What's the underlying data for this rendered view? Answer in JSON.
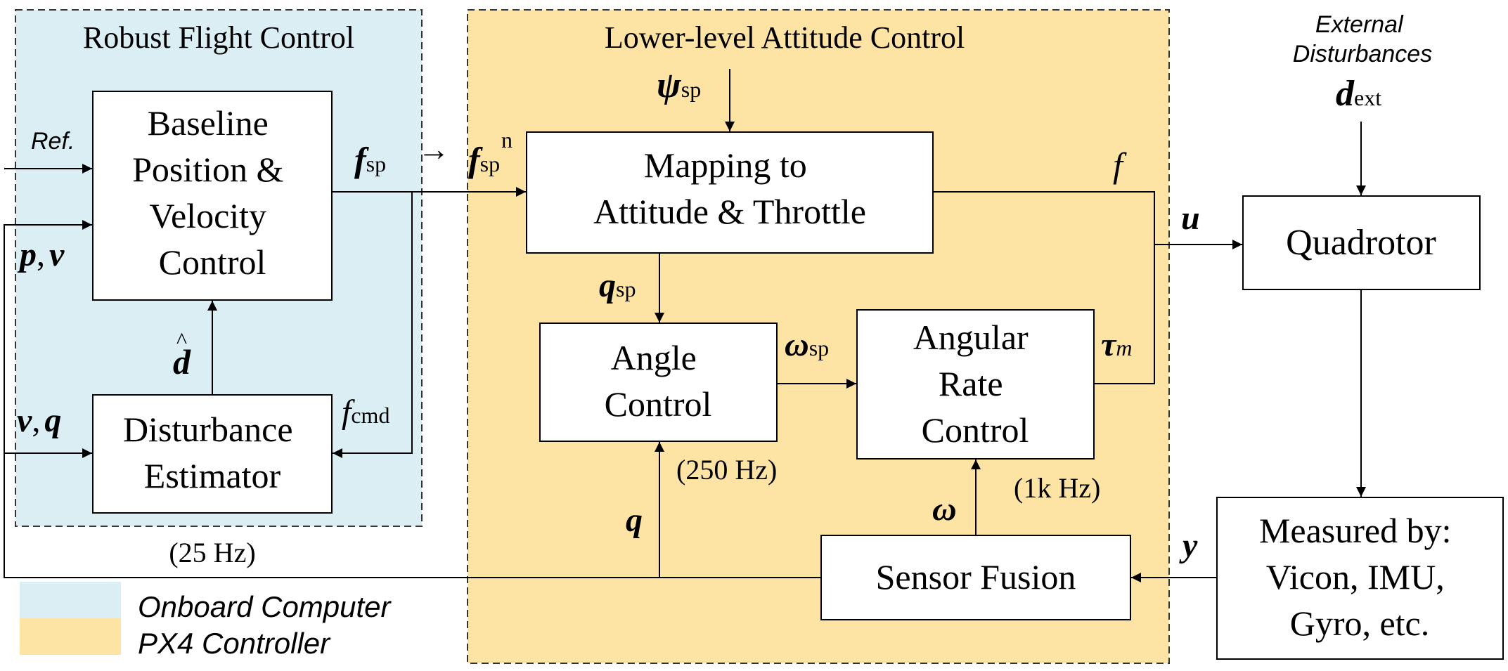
{
  "regions": {
    "robust": {
      "title": "Robust Flight Control",
      "fill": "#dbeef4"
    },
    "lower": {
      "title": "Lower-level Attitude Control",
      "fill": "#fde3a4"
    }
  },
  "blocks": {
    "baseline": [
      "Baseline",
      "Position &",
      "Velocity",
      "Control"
    ],
    "estimator": [
      "Disturbance",
      "Estimator"
    ],
    "mapping": [
      "Mapping to",
      "Attitude & Throttle"
    ],
    "angle": [
      "Angle",
      "Control"
    ],
    "rate": [
      "Angular",
      "Rate",
      "Control"
    ],
    "quadrotor": [
      "Quadrotor"
    ],
    "fusion": [
      "Sensor Fusion"
    ],
    "measured": [
      "Measured by:",
      "Vicon, IMU,",
      "Gyro, etc."
    ]
  },
  "signals": {
    "ref": "Ref.",
    "p": "p",
    "comma1": ",",
    "v": "v",
    "v2": "v",
    "comma2": ",",
    "q_in": "q",
    "d_hat": "d",
    "hat": "^",
    "f_sp": "f",
    "f_sp_sub": "sp",
    "arrow_to": "→",
    "f_sp_n": "f",
    "f_sp_n_sub": "sp",
    "f_sp_n_sup": "n",
    "psi": "ψ",
    "psi_sub": "sp",
    "f": "f",
    "u": "u",
    "q_sp": "q",
    "q_sp_sub": "sp",
    "omega_sp": "ω",
    "omega_sp_sub": "sp",
    "tau": "τ",
    "tau_sub": "m",
    "f_cmd": "f",
    "f_cmd_sub": "cmd",
    "q_fb": "q",
    "omega": "ω",
    "y": "y",
    "d_ext": "d",
    "d_ext_sub": "ext",
    "ext_title1": "External",
    "ext_title2": "Disturbances"
  },
  "rates": {
    "r25": "(25 Hz)",
    "r250": "(250 Hz)",
    "r1k": "(1k Hz)"
  },
  "legend": {
    "onboard": {
      "label": "Onboard Computer",
      "color": "#dbeef4"
    },
    "px4": {
      "label": "PX4 Controller",
      "color": "#fde3a4"
    }
  }
}
